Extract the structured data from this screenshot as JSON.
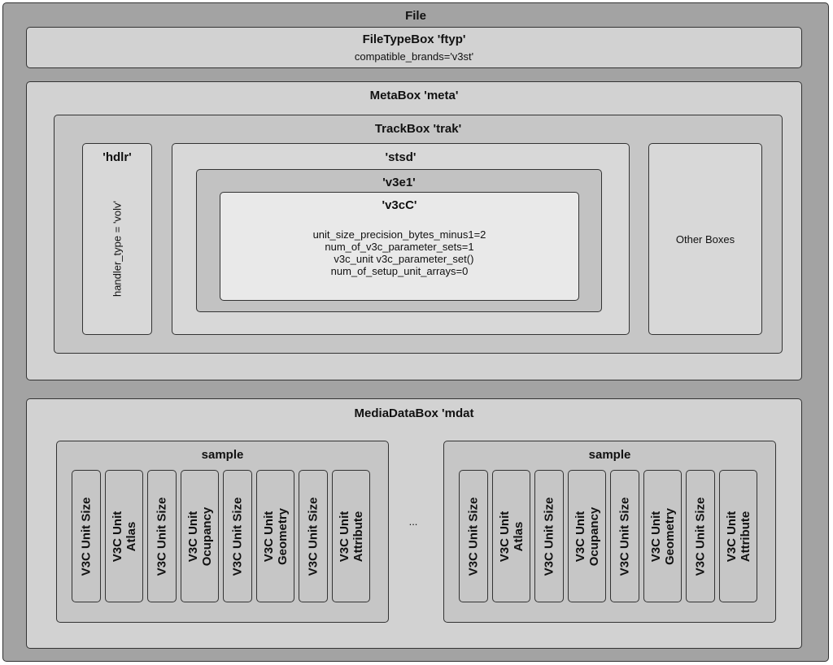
{
  "file": {
    "title": "File"
  },
  "ftyp": {
    "title": "FileTypeBox  'ftyp'",
    "field": "compatible_brands='v3st'"
  },
  "meta": {
    "title": "MetaBox 'meta'"
  },
  "trak": {
    "title": "TrackBox 'trak'"
  },
  "hdlr": {
    "title": "'hdlr'",
    "field": "handler_type = 'volv'"
  },
  "stsd": {
    "title": "'stsd'"
  },
  "v3e1": {
    "title": "'v3e1'"
  },
  "v3cc": {
    "title": "'v3cC'",
    "lines": [
      "unit_size_precision_bytes_minus1=2",
      "num_of_v3c_parameter_sets=1",
      "   v3c_unit v3c_parameter_set()",
      "num_of_setup_unit_arrays=0"
    ]
  },
  "other": {
    "label": "Other Boxes"
  },
  "mdat": {
    "title": "MediaDataBox 'mdat",
    "ellipsis": "...",
    "samples": [
      {
        "title": "sample",
        "units": [
          "V3C Unit Size",
          "V3C Unit\nAtlas",
          "V3C Unit Size",
          "V3C Unit\nOcupancy",
          "V3C Unit Size",
          "V3C Unit\nGeometry",
          "V3C Unit Size",
          "V3C Unit\nAttribute"
        ]
      },
      {
        "title": "sample",
        "units": [
          "V3C Unit Size",
          "V3C Unit\nAtlas",
          "V3C Unit Size",
          "V3C Unit\nOcupancy",
          "V3C Unit Size",
          "V3C Unit\nGeometry",
          "V3C Unit Size",
          "V3C Unit\nAttribute"
        ]
      }
    ]
  }
}
